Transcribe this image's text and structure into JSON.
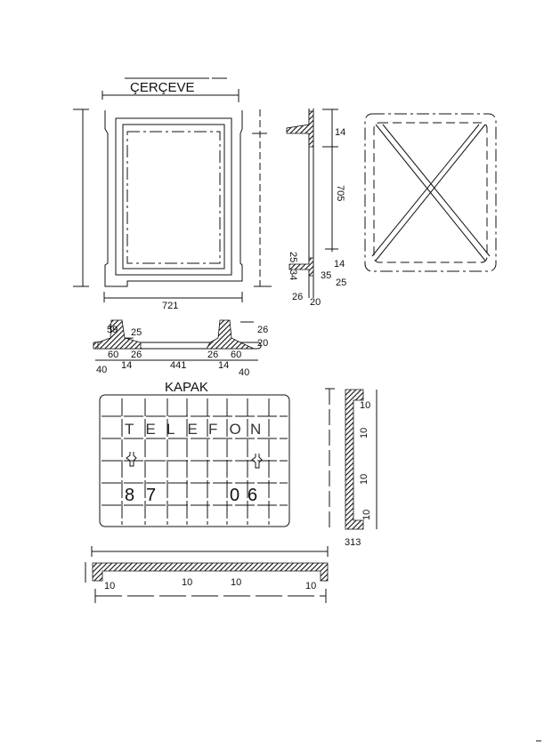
{
  "frame_view": {
    "title": "ÇERÇEVE",
    "width_dim": "721"
  },
  "frame_side_section": {
    "height_dim": "705",
    "top_flange": "14",
    "bottom_labels": [
      "25",
      "34",
      "14",
      "35",
      "25",
      "26",
      "20"
    ]
  },
  "frame_bottom_section": {
    "labels_top": [
      "59",
      "25",
      "26",
      "20"
    ],
    "labels_mid": [
      "60",
      "26",
      "26",
      "60"
    ],
    "labels_bottom": [
      "40",
      "14",
      "441",
      "14",
      "40"
    ]
  },
  "cover_view": {
    "title": "KAPAK",
    "marking_letters": [
      "T",
      "E",
      "L",
      "E",
      "F",
      "O",
      "N"
    ],
    "number_left": [
      "8",
      "7"
    ],
    "number_right": [
      "0",
      "6"
    ]
  },
  "cover_side_section": {
    "labels": [
      "10",
      "10",
      "10",
      "10"
    ],
    "bottom_label": "313"
  },
  "cover_bottom_section": {
    "labels": [
      "10",
      "10",
      "10",
      "10"
    ]
  }
}
